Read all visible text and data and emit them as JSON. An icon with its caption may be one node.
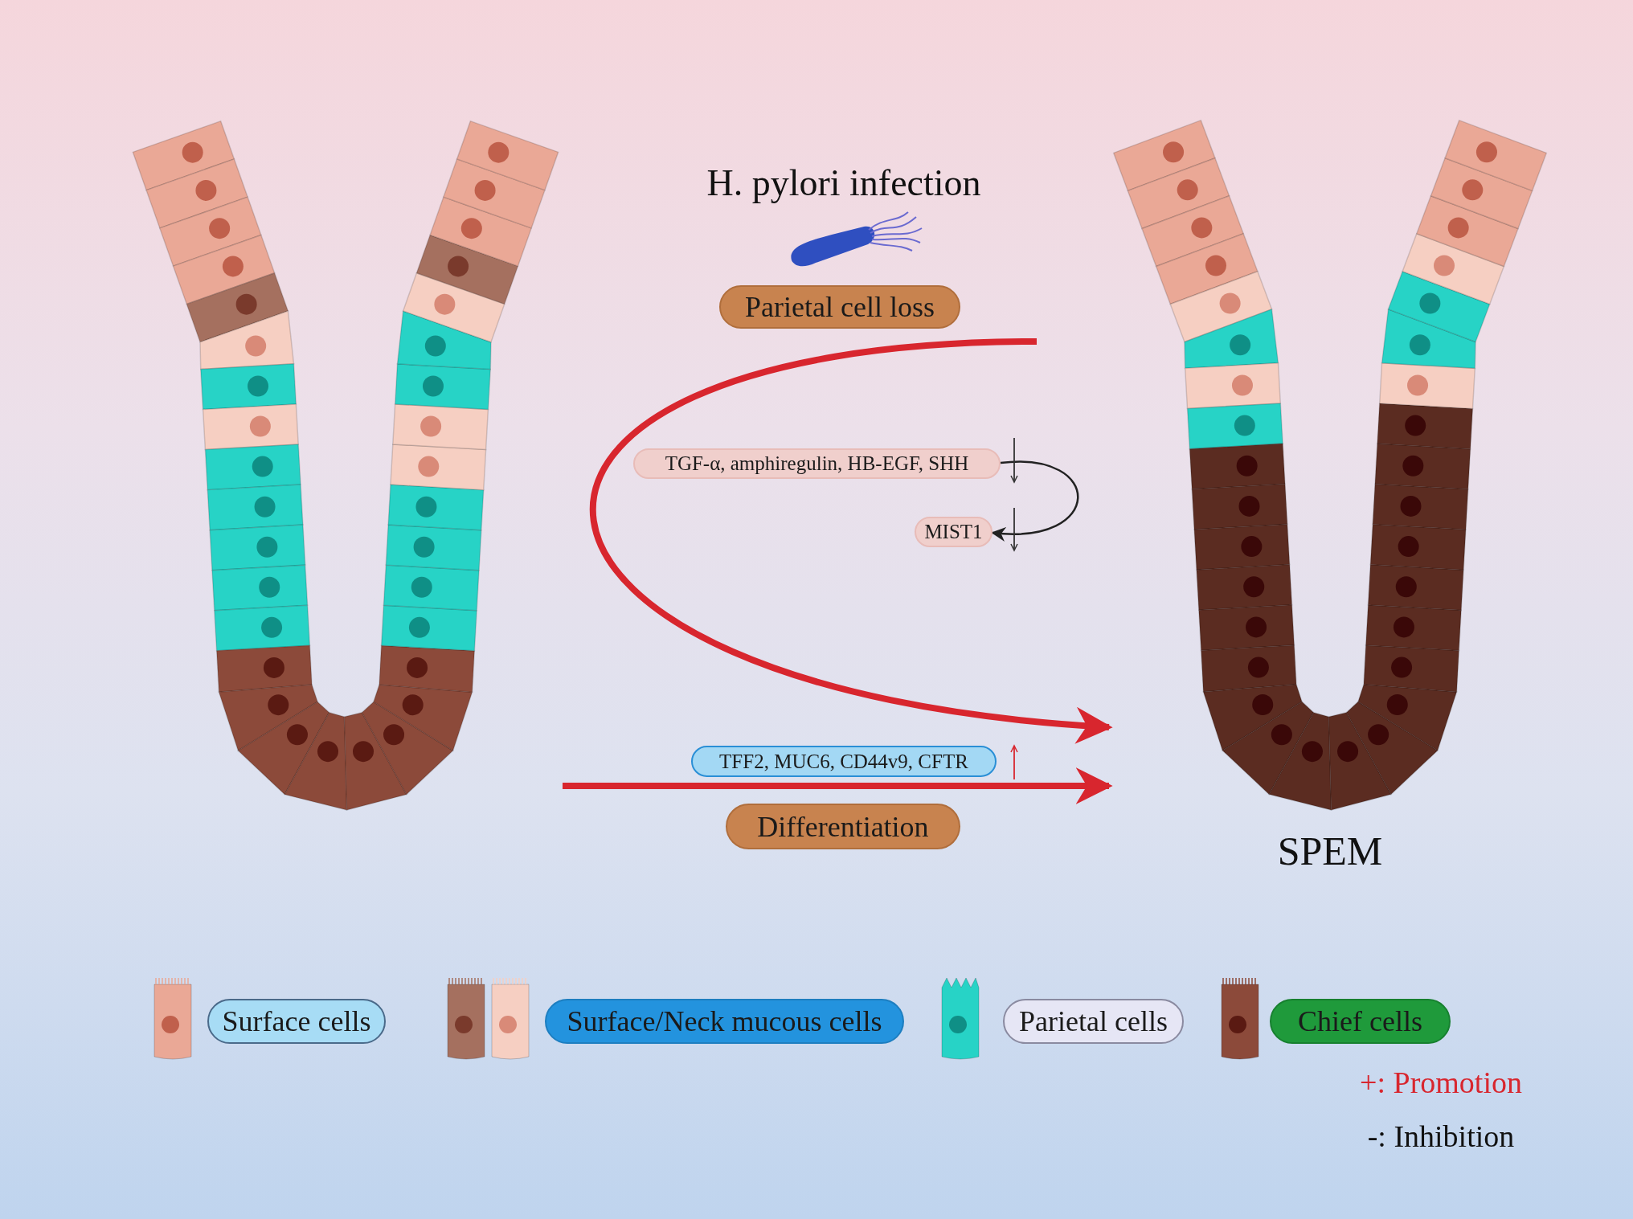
{
  "diagram": {
    "nodes": [
      {
        "text": [],
        "shape": "picture"
      },
      {
        "text": [
          "Parietal cell loss"
        ]
      },
      {
        "text": [
          "SPEM"
        ]
      },
      {
        "text": [
          "TGF-α, amphiregulin, HB-EGF, SHH"
        ]
      },
      {
        "text": [
          "MIST1"
        ]
      },
      {
        "text": [
          "TFF2, MUC6, CD44v9, CFTR"
        ]
      },
      {
        "text": [
          "Differentiation"
        ]
      }
    ],
    "edges": [
      {
        "from": null,
        "to": 2,
        "arrow": "to"
      },
      {
        "from": 3,
        "to": 4,
        "arrow": "to",
        "color": "#222222"
      },
      {
        "from": 0,
        "to": 2,
        "arrow": "to"
      }
    ],
    "labels": [
      "H. pylori infection",
      "+: Promotion",
      "-: Inhibition"
    ],
    "legend": [
      {
        "text": "Surface cells"
      },
      {
        "text": "Surface/Neck mucous cells"
      },
      {
        "text": "Parietal cells"
      },
      {
        "text": "Chief cells"
      }
    ]
  }
}
